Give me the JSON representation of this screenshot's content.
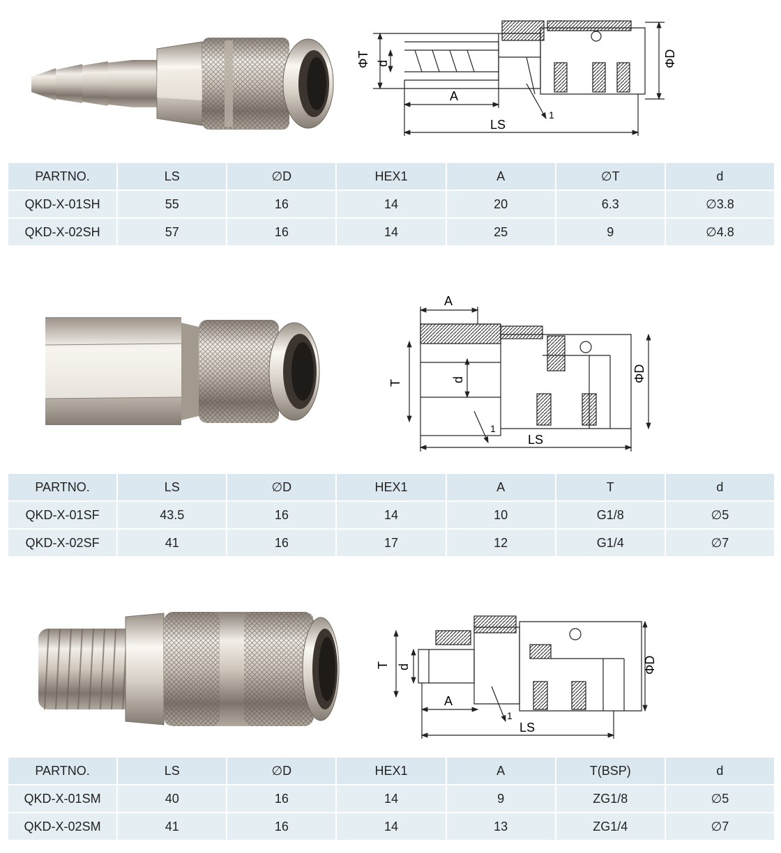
{
  "tables": [
    {
      "headers": [
        "PARTNO.",
        "LS",
        "∅D",
        "HEX1",
        "A",
        "∅T",
        "d"
      ],
      "rows": [
        [
          "QKD-X-01SH",
          "55",
          "16",
          "14",
          "20",
          "6.3",
          "∅3.8"
        ],
        [
          "QKD-X-02SH",
          "57",
          "16",
          "14",
          "25",
          "9",
          "∅4.8"
        ]
      ]
    },
    {
      "headers": [
        "PARTNO.",
        "LS",
        "∅D",
        "HEX1",
        "A",
        "T",
        "d"
      ],
      "rows": [
        [
          "QKD-X-01SF",
          "43.5",
          "16",
          "14",
          "10",
          "G1/8",
          "∅5"
        ],
        [
          "QKD-X-02SF",
          "41",
          "16",
          "17",
          "12",
          "G1/4",
          "∅7"
        ]
      ]
    },
    {
      "headers": [
        "PARTNO.",
        "LS",
        "∅D",
        "HEX1",
        "A",
        "T(BSP)",
        "d"
      ],
      "rows": [
        [
          "QKD-X-01SM",
          "40",
          "16",
          "14",
          "9",
          "ZG1/8",
          "∅5"
        ],
        [
          "QKD-X-02SM",
          "41",
          "16",
          "14",
          "13",
          "ZG1/4",
          "∅7"
        ]
      ]
    }
  ],
  "drawings": [
    {
      "labels": {
        "phi_t": "ΦT",
        "d": "d",
        "a": "A",
        "ls": "LS",
        "phi_d": "ΦD",
        "one": "1"
      }
    },
    {
      "labels": {
        "a": "A",
        "t": "T",
        "d": "d",
        "ls": "LS",
        "phi_d": "ΦD",
        "one": "1"
      }
    },
    {
      "labels": {
        "t": "T",
        "d": "d",
        "a": "A",
        "ls": "LS",
        "phi_d": "ΦD",
        "one": "1"
      }
    }
  ],
  "colors": {
    "metal_light": "#e8e4de",
    "metal_mid": "#b9b1a6",
    "metal_dark": "#6d655d",
    "table_bg": "#e4eef3"
  }
}
